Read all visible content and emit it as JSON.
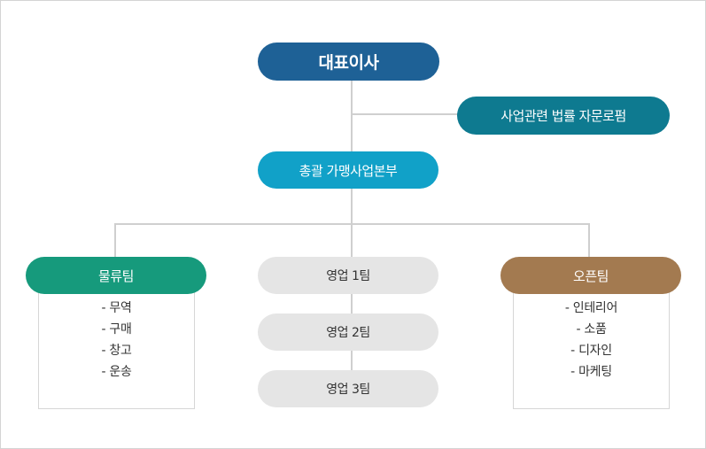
{
  "nodes": {
    "ceo": {
      "label": "대표이사",
      "color": "#1e6196"
    },
    "legal": {
      "label": "사업관련 법률 자문로펌",
      "color": "#0e7a90"
    },
    "hq": {
      "label": "총괄 가맹사업본부",
      "color": "#11a1c8"
    },
    "logistics": {
      "label": "물류팀",
      "color": "#169a7c"
    },
    "open": {
      "label": "오픈팀",
      "color": "#a37a50"
    },
    "sales": [
      {
        "label": "영업 1팀"
      },
      {
        "label": "영업 2팀"
      },
      {
        "label": "영업 3팀"
      }
    ]
  },
  "lists": {
    "logistics": [
      "- 무역",
      "- 구매",
      "- 창고",
      "- 운송"
    ],
    "open": [
      "- 인테리어",
      "- 소품",
      "- 디자인",
      "- 마케팅"
    ]
  }
}
